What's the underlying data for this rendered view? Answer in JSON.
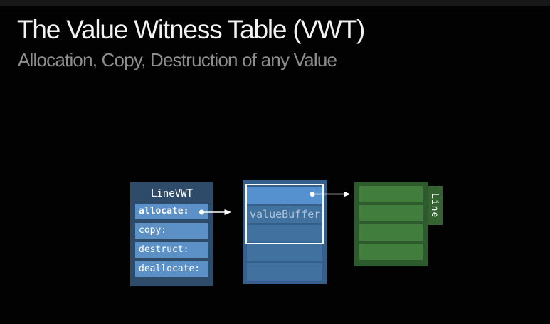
{
  "slide": {
    "title": "The Value Witness Table (VWT)",
    "subtitle": "Allocation, Copy, Destruction of any Value"
  },
  "diagram": {
    "vwt_table": {
      "header": "LineVWT",
      "rows": [
        {
          "label": "allocate:"
        },
        {
          "label": "copy:"
        },
        {
          "label": "destruct:"
        },
        {
          "label": "deallocate:"
        }
      ]
    },
    "value_box": {
      "buffer_label": "valueBuffer",
      "row_count": 5,
      "outlined_rows": 3
    },
    "line_box": {
      "tab_label": "Line",
      "row_count": 4
    },
    "colors": {
      "background": "#020202",
      "title_text": "#f3f3f3",
      "subtitle_text": "#8e8e8e",
      "vwt_box_bg": "#2e4c6a",
      "vwt_row_bg": "#5c91c7",
      "value_box_bg": "#35608c",
      "value_row_bg": "#41719e",
      "value_row_highlight_bg": "#5591ce",
      "buffer_text": "#aec3d9",
      "buffer_outline": "#ffffff",
      "line_box_bg": "#2e5b2d",
      "line_row_bg": "#417e3e",
      "line_tab_bg": "#356231",
      "arrow": "#ffffff"
    }
  }
}
